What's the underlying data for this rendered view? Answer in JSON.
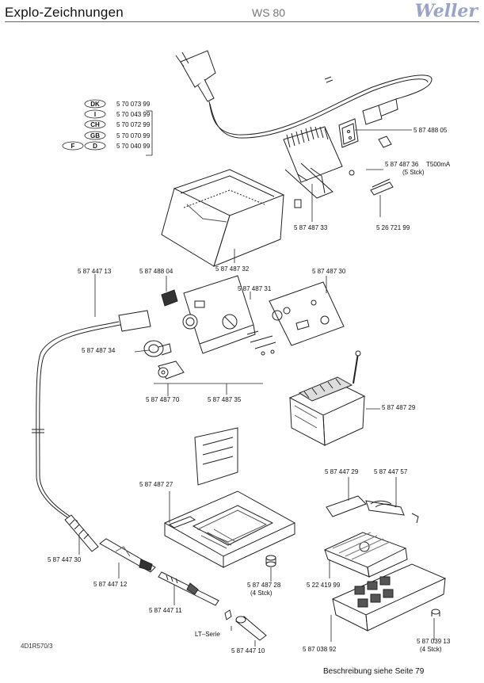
{
  "header": {
    "title": "Explo-Zeichnungen",
    "model": "WS 80",
    "brand": "Weller"
  },
  "countries": [
    {
      "codes": [
        "DK"
      ],
      "part": "5 70 073 99"
    },
    {
      "codes": [
        "I"
      ],
      "part": "5 70 043 99"
    },
    {
      "codes": [
        "CH"
      ],
      "part": "5 70 072 99"
    },
    {
      "codes": [
        "GB"
      ],
      "part": "5 70 070 99"
    },
    {
      "codes": [
        "F",
        "D"
      ],
      "part": "5 70 040 99"
    }
  ],
  "labels": {
    "p_58748805": "5 87 488 05",
    "p_58748736": "5 87 487 36",
    "fuse_rating": "T500mA",
    "fuse_qty": "(5  Stck)",
    "p_58748733": "5 87 487 33",
    "p_52672199": "5 26 721 99",
    "p_58748732": "5 87 487 32",
    "p_58744713": "5 87 447 13",
    "p_58748804": "5 87 488 04",
    "p_58748730": "5 87 487 30",
    "p_58748731": "5 87 487 31",
    "p_58748734": "5 87 487 34",
    "p_58748770": "5 87 487 70",
    "p_58748735": "5 87 487 35",
    "p_58748729a": "5 87 487 29",
    "p_58748727": "5 87 487 27",
    "p_58744729": "5 87 447 29",
    "p_58744757": "5 87 447 57",
    "p_58744730": "5 87 447 30",
    "p_58744712": "5 87 447 12",
    "p_58748728": "5 87 487 28",
    "qty_4a": "(4  Stck)",
    "p_52241999": "5 22 419 99",
    "p_58744711": "5 87 447 11",
    "lt_serie": "LT–Serie",
    "p_58744710": "5 87 447 10",
    "p_58703892": "5 87 038 92",
    "p_58703913": "5 87 039 13",
    "qty_4b": "(4  Stck)"
  },
  "footer": {
    "doc_code": "4D1R570/3",
    "reference": "Beschreibung siehe Seite 79"
  },
  "colors": {
    "line": "#222222",
    "shade": "#555555",
    "brand": "#9aa3c8"
  }
}
